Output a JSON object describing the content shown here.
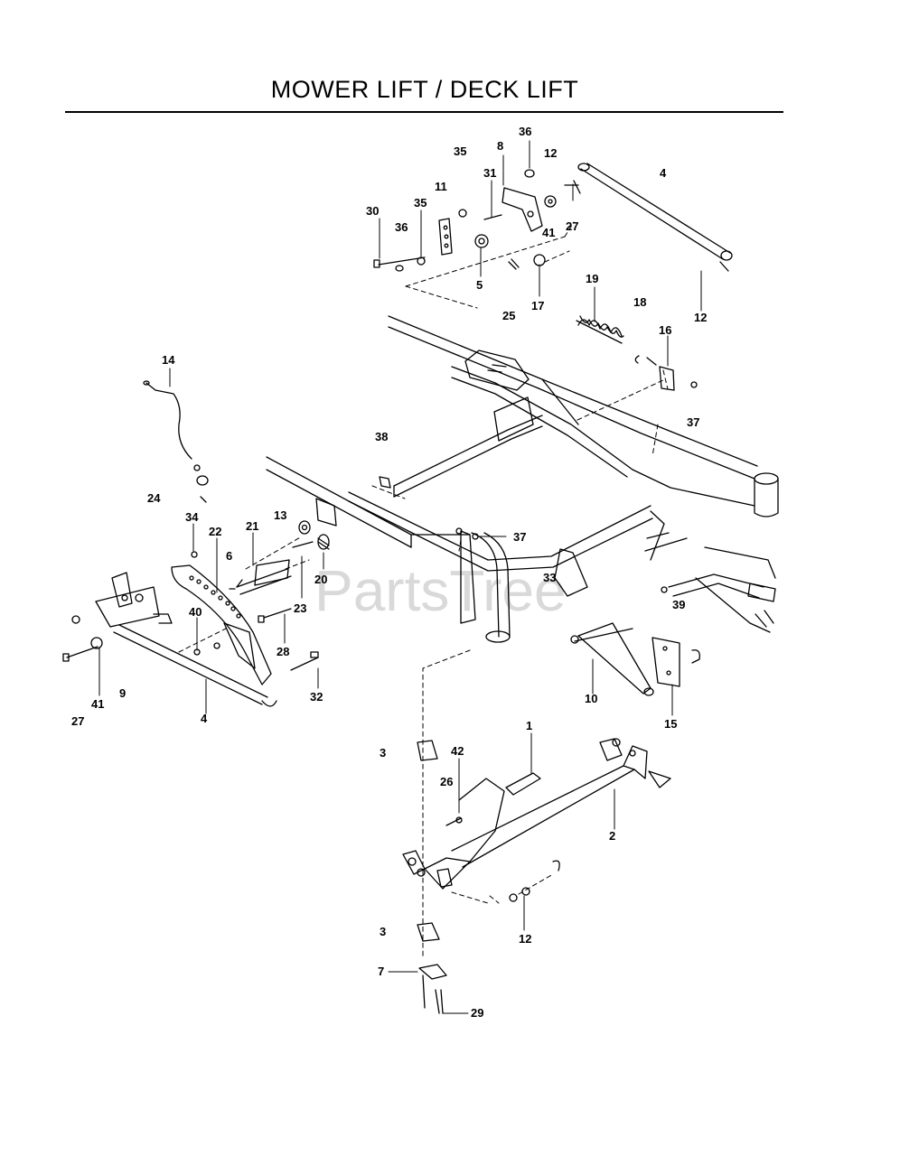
{
  "title": "MOWER LIFT / DECK LIFT",
  "watermark": "PartsTree",
  "callouts": [
    "35",
    "8",
    "36",
    "12",
    "4",
    "31",
    "11",
    "30",
    "35",
    "36",
    "27",
    "41",
    "5",
    "17",
    "19",
    "18",
    "25",
    "12",
    "16",
    "14",
    "37",
    "38",
    "24",
    "34",
    "13",
    "21",
    "22",
    "6",
    "20",
    "37",
    "33",
    "23",
    "40",
    "28",
    "39",
    "41",
    "9",
    "27",
    "4",
    "32",
    "10",
    "15",
    "1",
    "3",
    "42",
    "26",
    "2",
    "3",
    "12",
    "7",
    "29"
  ],
  "colors": {
    "line": "#000000",
    "background": "#ffffff",
    "watermark": "#d9d9d9"
  }
}
